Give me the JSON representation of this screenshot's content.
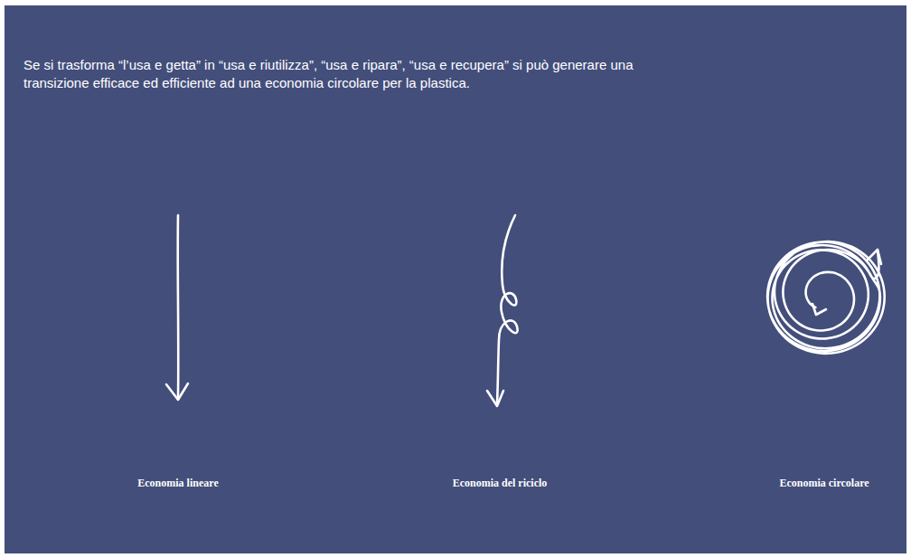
{
  "diagram": {
    "title": "Se si trasforma “l’usa e getta” in “usa e riutilizza”, “usa e ripara”, “usa e recupera” si può generare una transizione efficace ed efficiente ad una economia circolare per la plastica.",
    "labels": [
      "Economia lineare",
      "Economia del riciclo",
      "Economia circolare"
    ]
  }
}
